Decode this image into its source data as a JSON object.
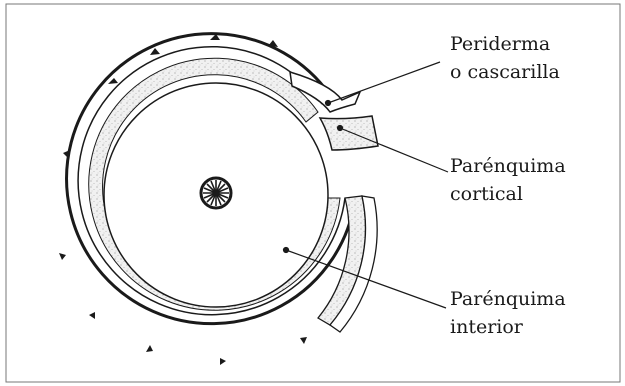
{
  "diagram": {
    "labels": {
      "periderma": [
        "Periderma",
        "o cascarilla"
      ],
      "cortical": [
        "Parénquima",
        "cortical"
      ],
      "interior": [
        "Parénquima",
        "interior"
      ]
    },
    "colors": {
      "line": "#1a1a1a",
      "cortex_fill": "#e4e4e4",
      "background": "#ffffff"
    }
  }
}
